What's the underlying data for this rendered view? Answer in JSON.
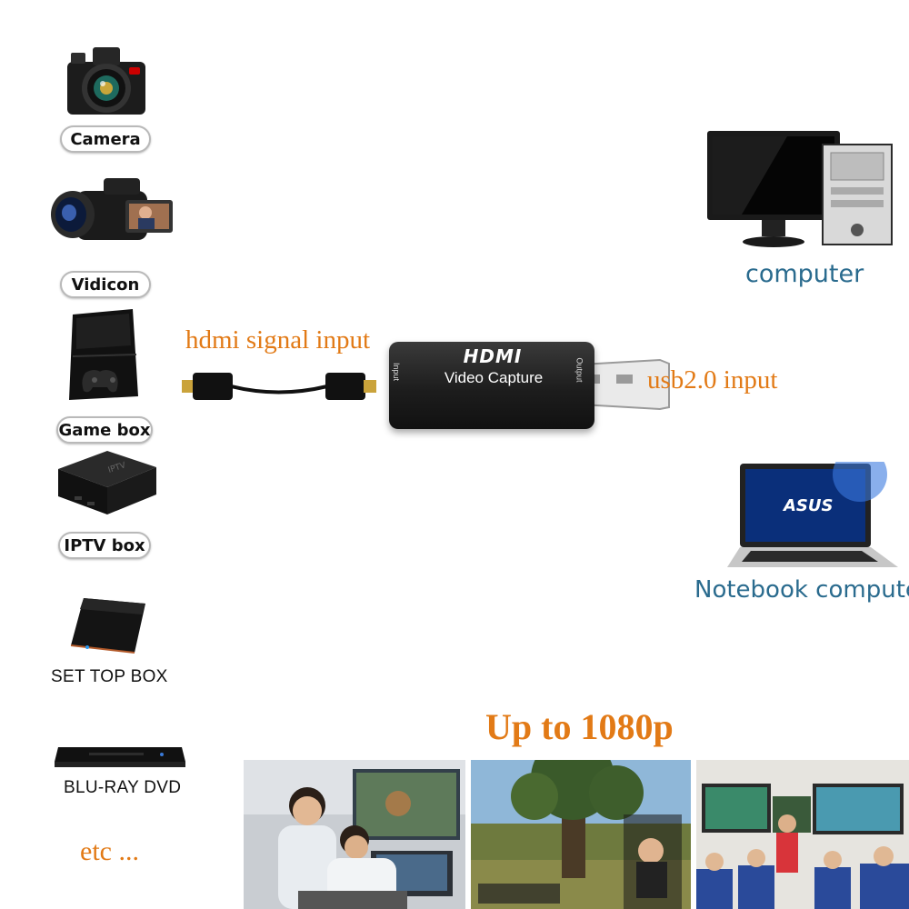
{
  "sources": {
    "camera": "Camera",
    "vidicon": "Vidicon",
    "game_box": "Game box",
    "iptv_box": "IPTV box",
    "set_top_box": "SET TOP BOX",
    "bluray": "BLU-RAY DVD",
    "etc": "etc ..."
  },
  "callouts": {
    "hdmi_in": "hdmi signal input",
    "usb_in": "usb2.0 input",
    "resolution": "Up to 1080p"
  },
  "targets": {
    "computer": "computer",
    "notebook": "Notebook compute"
  },
  "device": {
    "brand": "HDMI",
    "name": "Video Capture",
    "port_in": "Input",
    "port_out": "Output"
  },
  "screens": {
    "notebook_brand": "ASUS"
  },
  "colors": {
    "accent_orange": "#e27a16",
    "target_blue": "#2a6b8e",
    "pill_border": "#b9b9b9"
  }
}
